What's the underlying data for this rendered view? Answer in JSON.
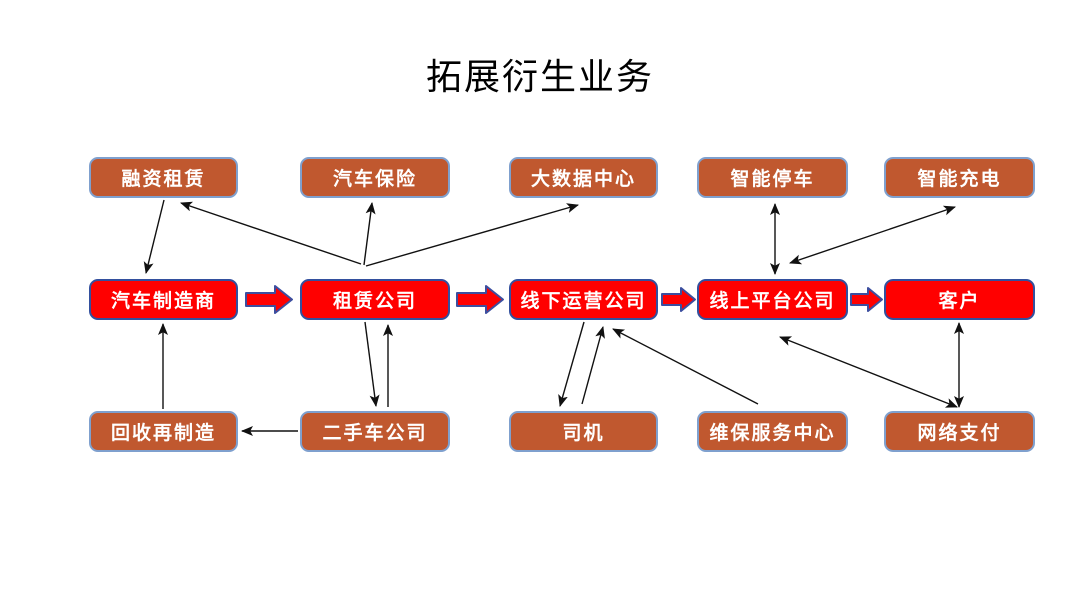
{
  "title": "拓展衍生业务",
  "colors": {
    "derived_fill": "#c0582f",
    "derived_border": "#7fa0ce",
    "core_fill": "#ff0000",
    "core_border": "#33509e",
    "flow_fill": "#ff0000",
    "flow_border": "#3c4e9f",
    "connector": "#111111",
    "title_color": "#000000",
    "bg": "#ffffff"
  },
  "rows": {
    "top": [
      "融资租赁",
      "汽车保险",
      "大数据中心",
      "智能停车",
      "智能充电"
    ],
    "middle": [
      "汽车制造商",
      "租赁公司",
      "线下运营公司",
      "线上平台公司",
      "客户"
    ],
    "bottom": [
      "回收再制造",
      "二手车公司",
      "司机",
      "维保服务中心",
      "网络支付"
    ]
  },
  "connections": [
    {
      "from": "融资租赁",
      "to": "汽车制造商",
      "type": "arrow"
    },
    {
      "from": "租赁公司",
      "to": "融资租赁",
      "type": "arrow"
    },
    {
      "from": "租赁公司",
      "to": "汽车保险",
      "type": "arrow"
    },
    {
      "from": "租赁公司",
      "to": "大数据中心",
      "type": "arrow"
    },
    {
      "from": "回收再制造",
      "to": "汽车制造商",
      "type": "arrow"
    },
    {
      "from": "二手车公司",
      "to": "回收再制造",
      "type": "arrow"
    },
    {
      "from": "租赁公司",
      "to": "二手车公司",
      "type": "arrow"
    },
    {
      "from": "二手车公司",
      "to": "租赁公司",
      "type": "arrow"
    },
    {
      "from": "线下运营公司",
      "to": "司机",
      "type": "arrow"
    },
    {
      "from": "司机",
      "to": "线下运营公司",
      "type": "arrow"
    },
    {
      "from": "维保服务中心",
      "to": "线下运营公司",
      "type": "arrow"
    },
    {
      "from": "智能停车",
      "to": "线上平台公司",
      "type": "double-arrow"
    },
    {
      "from": "线上平台公司",
      "to": "智能充电",
      "type": "double-arrow"
    },
    {
      "from": "线上平台公司",
      "to": "网络支付",
      "type": "double-arrow"
    },
    {
      "from": "客户",
      "to": "网络支付",
      "type": "double-arrow"
    },
    {
      "from": "汽车制造商",
      "to": "租赁公司",
      "type": "block-flow-arrow"
    },
    {
      "from": "租赁公司",
      "to": "线下运营公司",
      "type": "block-flow-arrow"
    },
    {
      "from": "线下运营公司",
      "to": "线上平台公司",
      "type": "block-flow-arrow"
    },
    {
      "from": "线上平台公司",
      "to": "客户",
      "type": "block-flow-arrow"
    }
  ]
}
